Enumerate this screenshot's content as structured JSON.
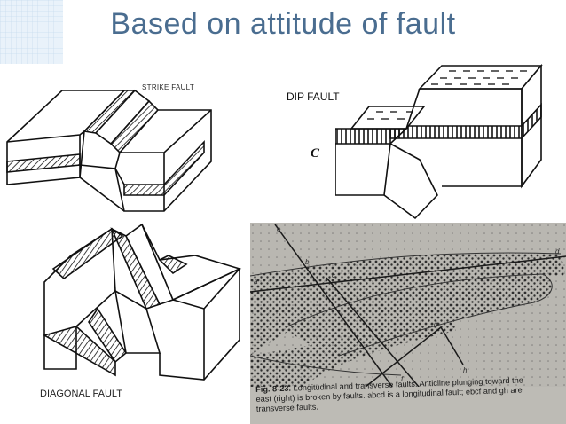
{
  "slide": {
    "title": "Based on attitude of fault",
    "accent_color": "#4a6d90"
  },
  "figures": {
    "strike_fault_label": "STRIKE FAULT",
    "dip_fault_label": "DIP FAULT",
    "dip_point_label": "C",
    "diagonal_fault_label": "DIAGONAL FAULT",
    "photo": {
      "caption_number": "Fig. 8-23.",
      "caption_text": "Longitudinal and transverse faults. Anticline plunging toward the east (right) is broken by faults. abcd is a longitudinal fault; ebcf and gh are transverse faults.",
      "point_labels": [
        "a",
        "b",
        "c",
        "d",
        "e",
        "f",
        "g",
        "h"
      ]
    }
  }
}
